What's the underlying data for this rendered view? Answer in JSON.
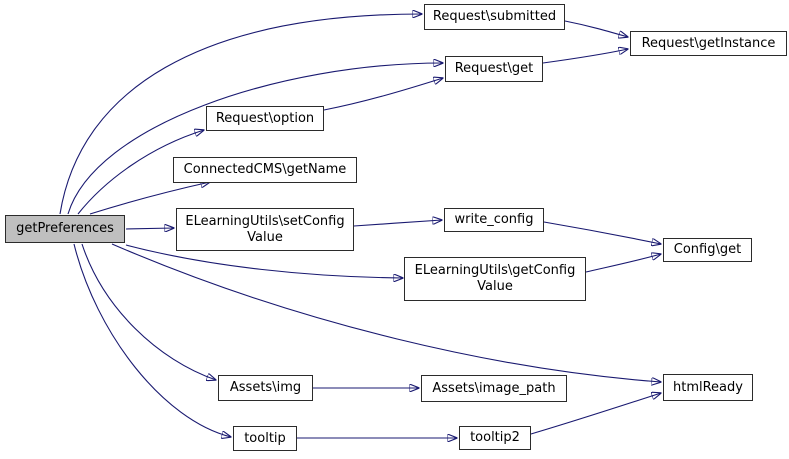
{
  "diagram": {
    "type": "call-graph",
    "root_function": "getPreferences",
    "colors": {
      "edge": "#191970",
      "node_border": "#2b2b2b",
      "node_fill": "#ffffff",
      "highlight_fill": "#bfbfbf",
      "text": "#000000",
      "background": "#ffffff"
    },
    "nodes": [
      {
        "id": "getPreferences",
        "label": "getPreferences",
        "highlighted": true
      },
      {
        "id": "request-submitted",
        "label": "Request\\submitted",
        "highlighted": false
      },
      {
        "id": "request-getinstance",
        "label": "Request\\getInstance",
        "highlighted": false
      },
      {
        "id": "request-get",
        "label": "Request\\get",
        "highlighted": false
      },
      {
        "id": "request-option",
        "label": "Request\\option",
        "highlighted": false
      },
      {
        "id": "connectedcms-getname",
        "label": "ConnectedCMS\\getName",
        "highlighted": false
      },
      {
        "id": "setconfigvalue",
        "label": "ELearningUtils\\setConfig\nValue",
        "highlighted": false
      },
      {
        "id": "write-config",
        "label": "write_config",
        "highlighted": false
      },
      {
        "id": "config-get",
        "label": "Config\\get",
        "highlighted": false
      },
      {
        "id": "getconfigvalue",
        "label": "ELearningUtils\\getConfig\nValue",
        "highlighted": false
      },
      {
        "id": "assets-img",
        "label": "Assets\\img",
        "highlighted": false
      },
      {
        "id": "assets-image-path",
        "label": "Assets\\image_path",
        "highlighted": false
      },
      {
        "id": "htmlready",
        "label": "htmlReady",
        "highlighted": false
      },
      {
        "id": "tooltip",
        "label": "tooltip",
        "highlighted": false
      },
      {
        "id": "tooltip2",
        "label": "tooltip2",
        "highlighted": false
      }
    ],
    "edges": [
      {
        "from": "getPreferences",
        "to": "Request\\submitted"
      },
      {
        "from": "getPreferences",
        "to": "Request\\get"
      },
      {
        "from": "getPreferences",
        "to": "Request\\option"
      },
      {
        "from": "getPreferences",
        "to": "ConnectedCMS\\getName"
      },
      {
        "from": "getPreferences",
        "to": "ELearningUtils\\setConfigValue"
      },
      {
        "from": "getPreferences",
        "to": "ELearningUtils\\getConfigValue"
      },
      {
        "from": "getPreferences",
        "to": "htmlReady"
      },
      {
        "from": "getPreferences",
        "to": "Assets\\img"
      },
      {
        "from": "getPreferences",
        "to": "tooltip"
      },
      {
        "from": "Request\\submitted",
        "to": "Request\\getInstance"
      },
      {
        "from": "Request\\get",
        "to": "Request\\getInstance"
      },
      {
        "from": "Request\\option",
        "to": "Request\\get"
      },
      {
        "from": "ELearningUtils\\setConfigValue",
        "to": "write_config"
      },
      {
        "from": "write_config",
        "to": "Config\\get"
      },
      {
        "from": "ELearningUtils\\getConfigValue",
        "to": "Config\\get"
      },
      {
        "from": "Assets\\img",
        "to": "Assets\\image_path"
      },
      {
        "from": "tooltip",
        "to": "tooltip2"
      },
      {
        "from": "tooltip2",
        "to": "htmlReady"
      }
    ]
  }
}
